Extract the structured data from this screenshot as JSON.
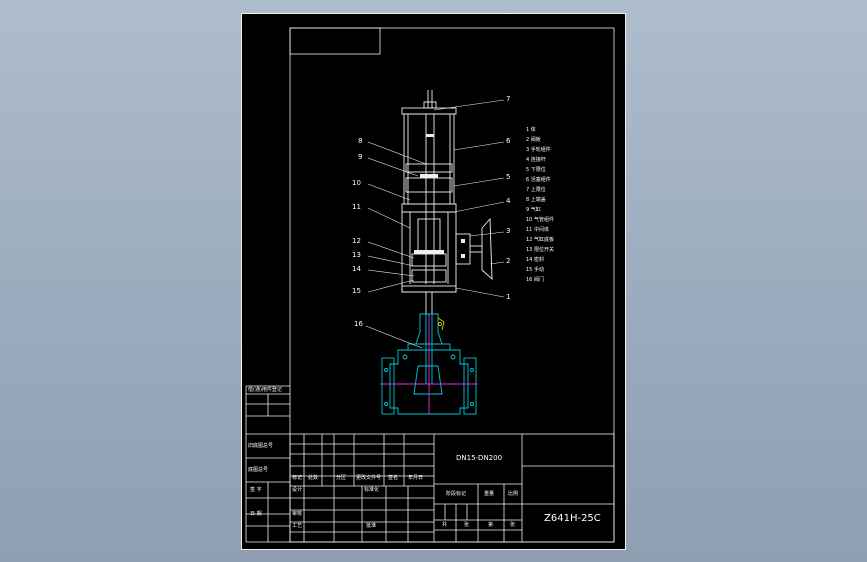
{
  "drawing": {
    "title_size": "DN15-DN200",
    "model": "Z641H-25C"
  },
  "callouts": [
    "1",
    "2",
    "3",
    "4",
    "5",
    "6",
    "7",
    "8",
    "9",
    "10",
    "11",
    "12",
    "13",
    "14",
    "15",
    "16"
  ],
  "parts_list": [
    "1 体",
    "2 阀板",
    "3 手轮组件",
    "4 连接杆",
    "5 下限位",
    "6 活塞组件",
    "7 上限位",
    "8 上端盖",
    "9 气缸",
    "10 气管组件",
    "11 中间体",
    "12 气缸底板",
    "13 限位开关",
    "14 密封",
    "15 手动",
    "16 阀门"
  ],
  "side_column": [
    "借(通)用件登记",
    "",
    "",
    "旧底图总号",
    "底图总号",
    "签 字",
    "日 期"
  ],
  "title_block": {
    "rev_headers": [
      "标记",
      "处数",
      "分区",
      "更改文件号",
      "签名",
      "年月日"
    ],
    "row_labels": [
      "设计",
      "审核",
      "工艺"
    ],
    "std_label": "标准化",
    "approve_label": "批准",
    "stage_label": "阶段标记",
    "weight_label": "重量",
    "scale_label": "比例",
    "sheet_cells": [
      "共",
      "张",
      "第",
      "张"
    ]
  },
  "colors": {
    "sheet_bg": "#000000",
    "line_white": "#f0f0f0",
    "cyan": "#00c8d8",
    "magenta": "#e030e0",
    "yellow": "#e8e000"
  }
}
